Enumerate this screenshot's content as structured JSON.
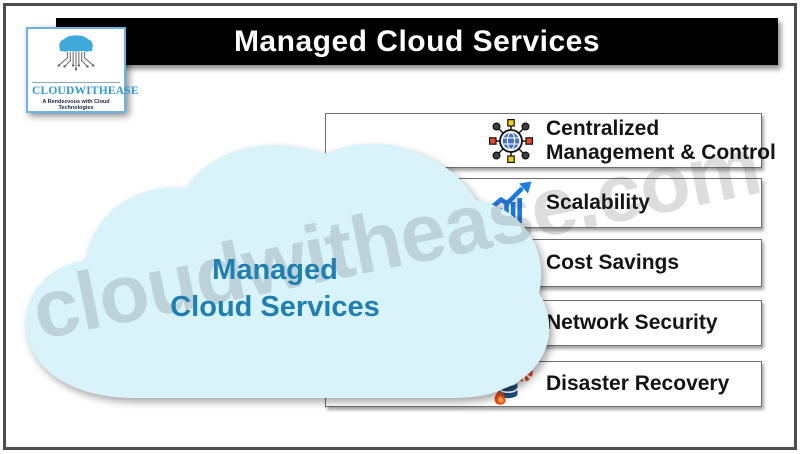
{
  "header": {
    "title": "Managed Cloud Services"
  },
  "logo": {
    "name": "CLOUDWITHEASE",
    "tagline": "A Rendezvous with Cloud Technologies",
    "icon": "cloud-circuit-icon"
  },
  "cloud": {
    "line1": "Managed",
    "line2": "Cloud Services"
  },
  "watermark": {
    "text": "cloudwithease.com"
  },
  "services": [
    {
      "line1": "Centralized",
      "line2": "Management & Control",
      "icon": "globe-network-icon"
    },
    {
      "label": "Scalability",
      "icon": "growth-chart-icon"
    },
    {
      "label": "Cost Savings",
      "icon": "hand-coins-icon",
      "coin_symbol": "$"
    },
    {
      "label": "Network Security",
      "icon": "lock-circuit-icon"
    },
    {
      "label": "Disaster Recovery",
      "icon": "database-recovery-icon"
    }
  ],
  "colors": {
    "header_bg": "#000000",
    "header_text": "#FFFFFF",
    "cloud_fill": "#D9F3FA",
    "cloud_text": "#1F7FB0",
    "logo_blue": "#2E9AD6",
    "scalability_blue": "#1B7CE4",
    "security_blue": "#2577BD",
    "database_navy": "#1F4E79",
    "alert_orange": "#E8491D",
    "coin_gold": "#F0A81C",
    "arrow_green": "#4CAF50",
    "globe_blue": "#4472C4",
    "node_yellow": "#F5CF1B",
    "node_red": "#E2492F",
    "watermark_gray": "#D6D6D6",
    "frame_gray": "#4D4D4D"
  }
}
